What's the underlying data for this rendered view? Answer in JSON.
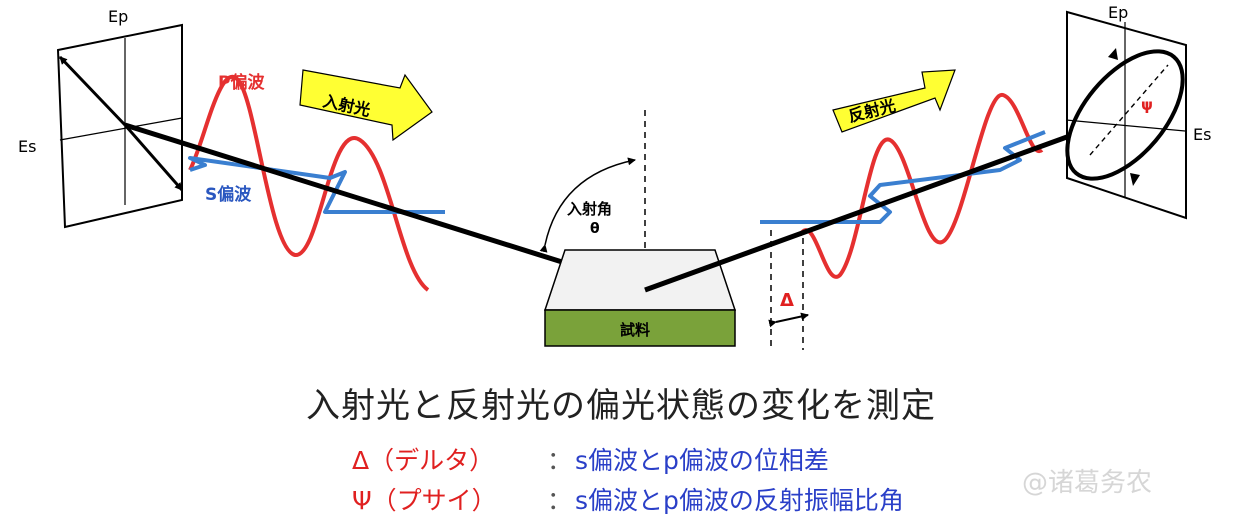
{
  "colors": {
    "p_wave": "#e53030",
    "s_wave": "#3a7fd0",
    "light_arrow": "#000000",
    "delta_psi_red": "#e02020",
    "definition_blue": "#2a3fc8",
    "sample_top": "#f2f2f2",
    "sample_layer": "#7aa23a",
    "banner_yellow": "#ffff33"
  },
  "icons": {
    "incident_banner": "yellow-block-arrow-icon",
    "reflected_banner": "yellow-block-arrow-icon",
    "delta_marker": "double-arrow-icon"
  },
  "left_frame": {
    "ep_label": "Ep",
    "es_label": "Es",
    "p_wave_label": "P偏波",
    "s_wave_label": "S偏波"
  },
  "right_frame": {
    "ep_label": "Ep",
    "es_label": "Es",
    "psi_label": "ψ"
  },
  "banners": {
    "incident": "入射光",
    "reflected": "反射光"
  },
  "incidence_angle": {
    "label": "入射角",
    "symbol": "θ"
  },
  "sample": {
    "label": "試料"
  },
  "delta_marker_label": "Δ",
  "captions": {
    "title": "入射光と反射光の偏光状態の変化を測定",
    "delta_symbol": "Δ（デルタ）",
    "delta_colon": "：",
    "delta_text": "s偏波とp偏波の位相差",
    "psi_symbol": "Ψ（プサイ）",
    "psi_colon": "：",
    "psi_text": "s偏波とp偏波の反射振幅比角"
  },
  "watermark": "@诸葛务农"
}
